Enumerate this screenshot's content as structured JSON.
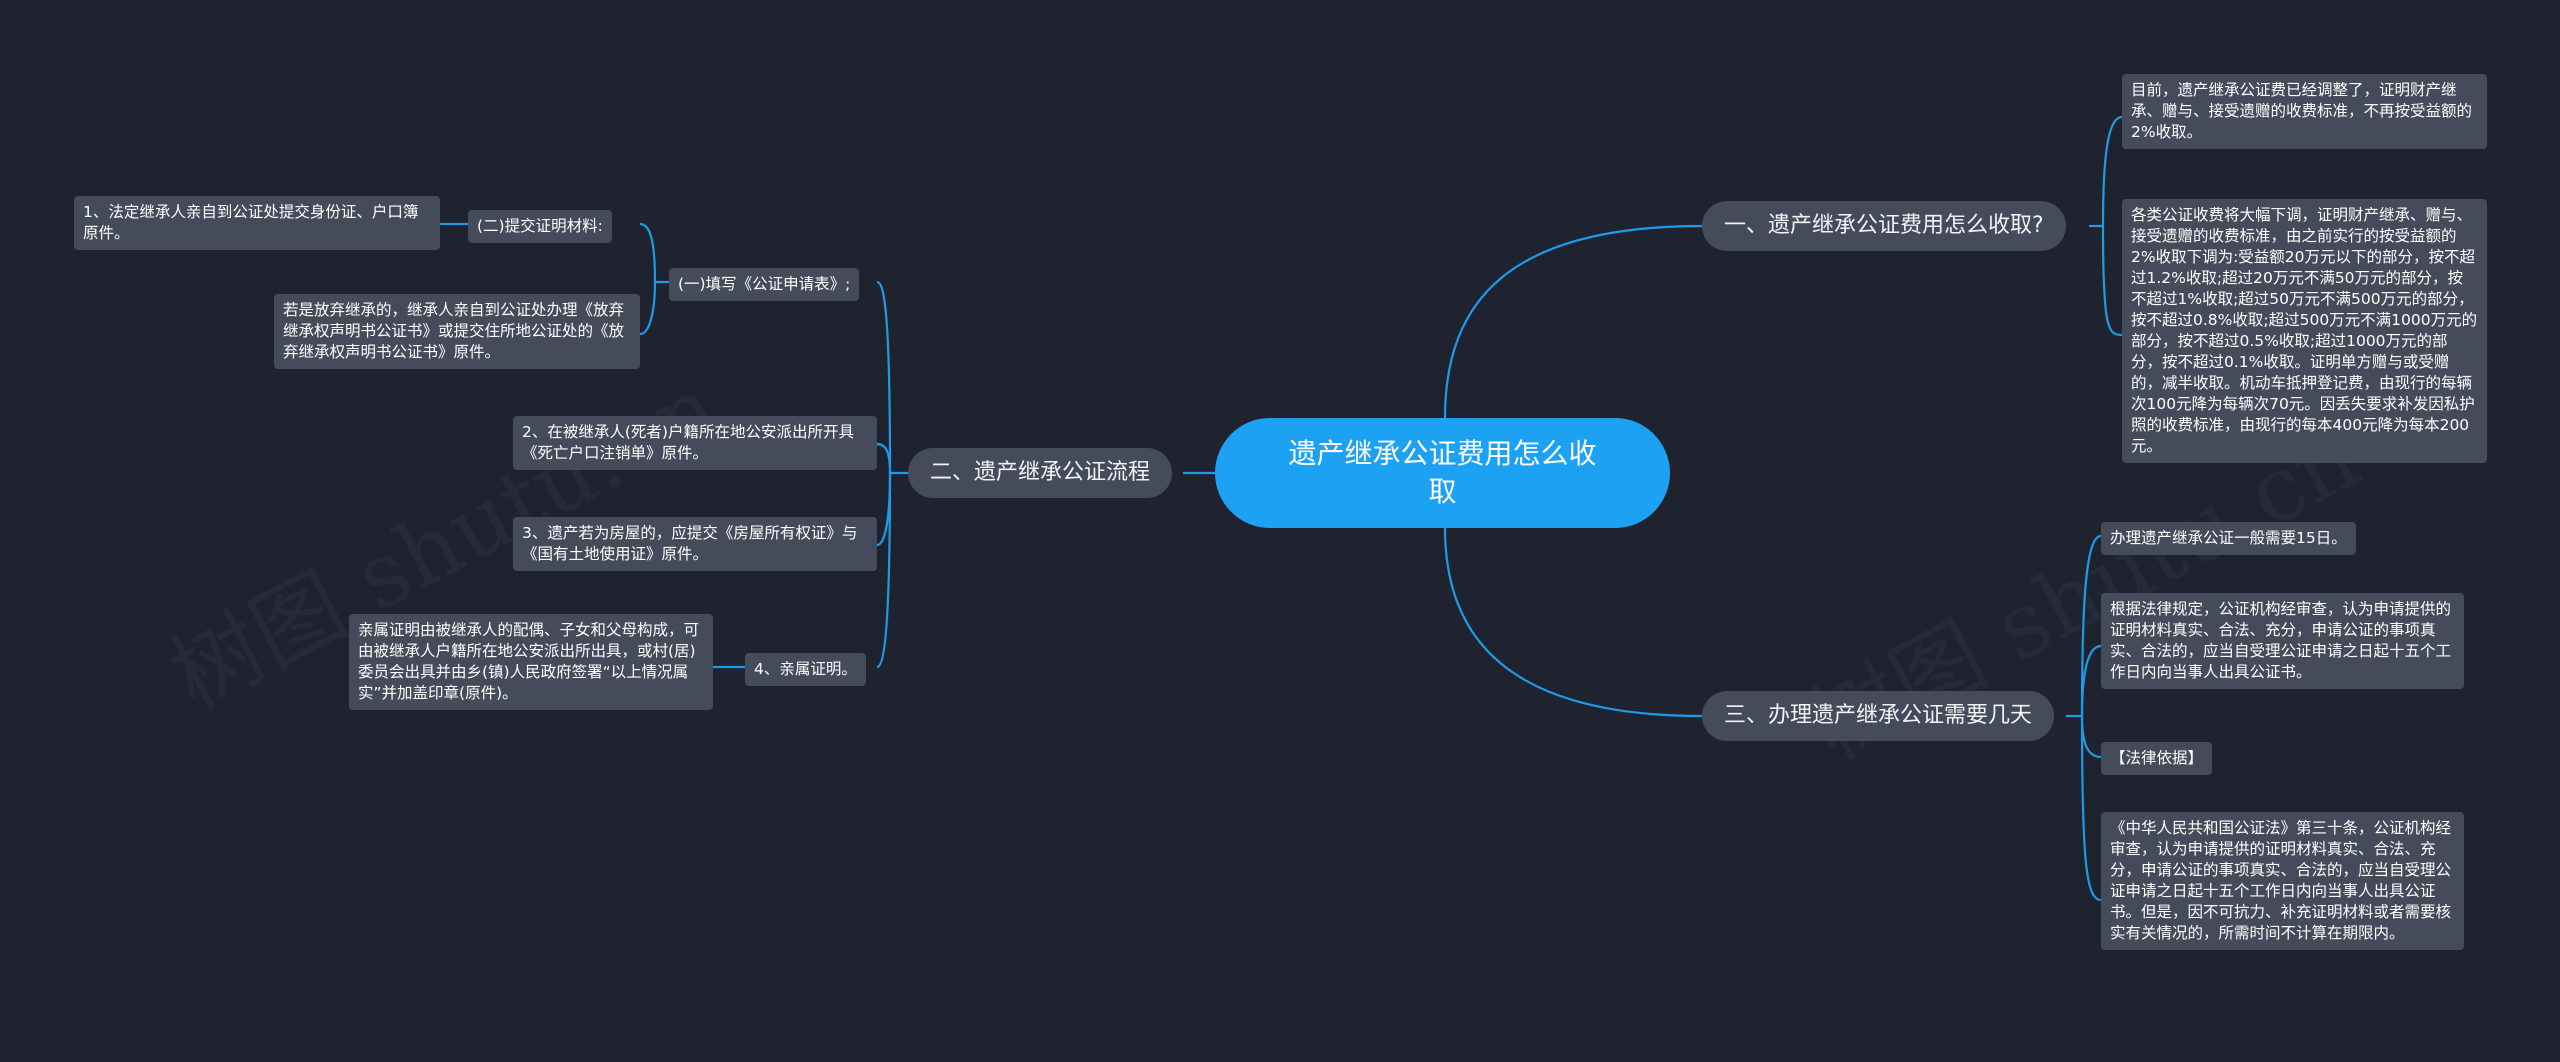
{
  "watermark": "树图 shutu.cn",
  "center": "遗产继承公证费用怎么收取",
  "b1": {
    "label": "一、遗产继承公证费用怎么收取?",
    "items": [
      "目前，遗产继承公证费已经调整了，证明财产继承、赠与、接受遗赠的收费标准，不再按受益额的2%收取。",
      "各类公证收费将大幅下调，证明财产继承、赠与、接受遗赠的收费标准，由之前实行的按受益额的2%收取下调为:受益额20万元以下的部分，按不超过1.2%收取;超过20万元不满50万元的部分，按不超过1%收取;超过50万元不满500万元的部分，按不超过0.8%收取;超过500万元不满1000万元的部分，按不超过0.5%收取;超过1000万元的部分，按不超过0.1%收取。证明单方赠与或受赠的，减半收取。机动车抵押登记费，由现行的每辆次100元降为每辆次70元。因丢失要求补发因私护照的收费标准，由现行的每本400元降为每本200元。"
    ]
  },
  "b2": {
    "label": "二、遗产继承公证流程",
    "sub1": {
      "label": "(一)填写《公证申请表》;",
      "sub": {
        "label": "(二)提交证明材料:",
        "item": "1、法定继承人亲自到公证处提交身份证、户口簿原件。"
      },
      "item": "若是放弃继承的，继承人亲自到公证处办理《放弃继承权声明书公证书》或提交住所地公证处的《放弃继承权声明书公证书》原件。"
    },
    "item2": "2、在被继承人(死者)户籍所在地公安派出所开具《死亡户口注销单》原件。",
    "item3": "3、遗产若为房屋的，应提交《房屋所有权证》与《国有土地使用证》原件。",
    "sub4": {
      "label": "4、亲属证明。",
      "item": "亲属证明由被继承人的配偶、子女和父母构成，可由被继承人户籍所在地公安派出所出具，或村(居)委员会出具并由乡(镇)人民政府签署“以上情况属实”并加盖印章(原件)。"
    }
  },
  "b3": {
    "label": "三、办理遗产继承公证需要几天",
    "items": [
      "办理遗产继承公证一般需要15日。",
      "根据法律规定，公证机构经审查，认为申请提供的证明材料真实、合法、充分，申请公证的事项真实、合法的，应当自受理公证申请之日起十五个工作日内向当事人出具公证书。",
      "【法律依据】",
      "《中华人民共和国公证法》第三十条，公证机构经审查，认为申请提供的证明材料真实、合法、充分，申请公证的事项真实、合法的，应当自受理公证申请之日起十五个工作日内向当事人出具公证书。但是，因不可抗力、补充证明材料或者需要核实有关情况的，所需时间不计算在期限内。"
    ]
  },
  "colors": {
    "background": "#1f2330",
    "center": "#1da1f2",
    "node": "#454b5a",
    "line": "#1e9be8"
  }
}
